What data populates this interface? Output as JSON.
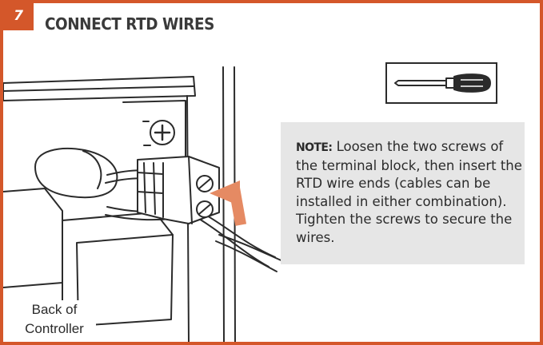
{
  "step": {
    "number": "7",
    "title": "CONNECT RTD WIRES"
  },
  "note": {
    "label": "NOTE:",
    "text": " Loosen the two screws of the terminal block, then insert the RTD wire ends (cables can be installed in either combination). Tighten the screws to secure the wires."
  },
  "controller_label": {
    "line1": "Back of",
    "line2": "Controller"
  },
  "icons": {
    "tool": "screwdriver-icon",
    "arrow": "insert-arrow-icon",
    "screw": "phillips-screw-icon"
  },
  "colors": {
    "accent": "#d4572a",
    "arrow": "#e58a63",
    "note_background": "#e6e6e6",
    "ink": "#2b2b2b"
  }
}
